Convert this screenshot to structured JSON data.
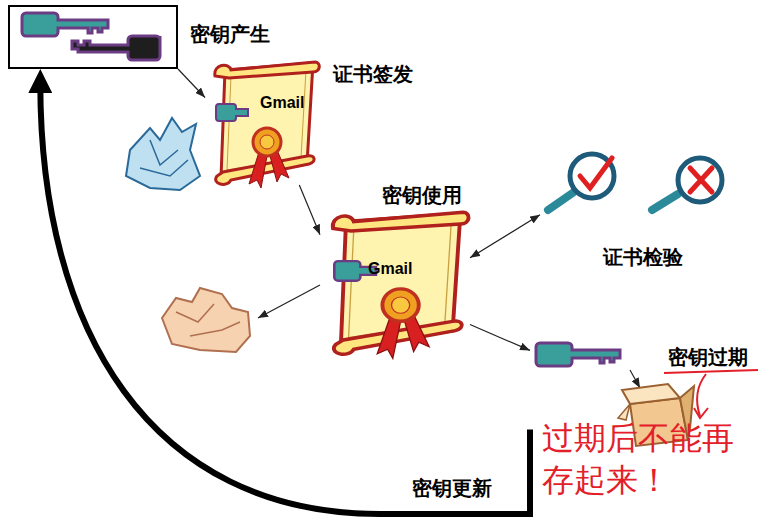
{
  "diagram": {
    "nodes": [
      {
        "text": [
          "密钥产生"
        ]
      },
      {
        "text": [
          "证书签发",
          "Gmail"
        ]
      },
      {
        "text": [
          "密钥使用",
          "Gmail"
        ]
      },
      {
        "text": [
          "证书检验"
        ]
      },
      {
        "text": [
          "密钥过期"
        ]
      }
    ],
    "edges": [
      {
        "from": 0,
        "to": 1,
        "arrow": "to"
      },
      {
        "from": 1,
        "to": 2,
        "arrow": "to"
      },
      {
        "from": 2,
        "to": 3,
        "arrow": "both"
      },
      {
        "from": 2,
        "to": 4,
        "arrow": "to"
      },
      {
        "from": 4,
        "to": 0,
        "label": "密钥更新",
        "arrow": "to"
      }
    ],
    "labels": [
      "过期后不能再存起来！"
    ]
  }
}
